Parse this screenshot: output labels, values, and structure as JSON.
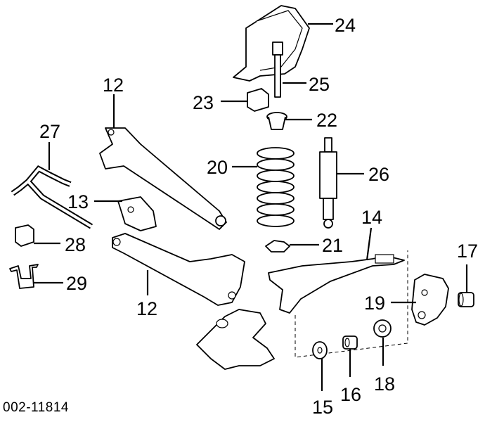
{
  "diagram": {
    "drawing_code": "002-11814",
    "callouts": {
      "c12_upper": "12",
      "c12_lower": "12",
      "c13": "13",
      "c14": "14",
      "c15": "15",
      "c16": "16",
      "c17": "17",
      "c18": "18",
      "c19": "19",
      "c20": "20",
      "c21": "21",
      "c22": "22",
      "c23": "23",
      "c24": "24",
      "c25": "25",
      "c26": "26",
      "c27": "27",
      "c28": "28",
      "c29": "29"
    }
  }
}
